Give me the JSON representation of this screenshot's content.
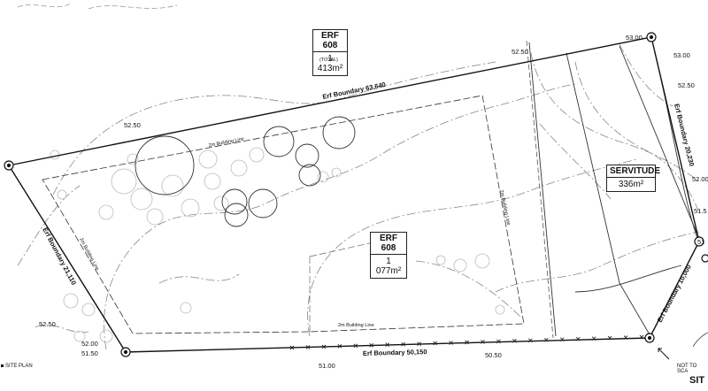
{
  "erf_total": {
    "title": "ERF 608",
    "area": "1 413m²",
    "note": "(TOTAL)"
  },
  "erf_building": {
    "title": "ERF 608",
    "area": "1 077m²"
  },
  "servitude": {
    "title": "SERVITUDE",
    "area": "336m²"
  },
  "boundaries": {
    "north": "Erf Boundary 63,640",
    "west": "Erf Boundary 21,110",
    "south": "Erf Boundary 50,150",
    "east_upper": "Erf Boundary 20,230",
    "east_lower": "Erf Boundary 10,000"
  },
  "building_lines": {
    "north": "2m Building Line",
    "west": "2m Building Line",
    "east": "2m Building Line",
    "south": "2m Building Line"
  },
  "contours": {
    "c1": "52.50",
    "c2": "52.50",
    "c3": "53.00",
    "c4": "53.00",
    "c5": "52.50",
    "c6": "52.00",
    "c7": "51.5",
    "c8": "52.50",
    "c9": "52.00",
    "c10": "51.50",
    "c11": "51.00",
    "c12": "50.50",
    "c13": "51"
  },
  "footer": {
    "site_plan": "SITE PLAN",
    "not_to_scale": "NOT TO SCA",
    "site_cut": "SIT"
  }
}
